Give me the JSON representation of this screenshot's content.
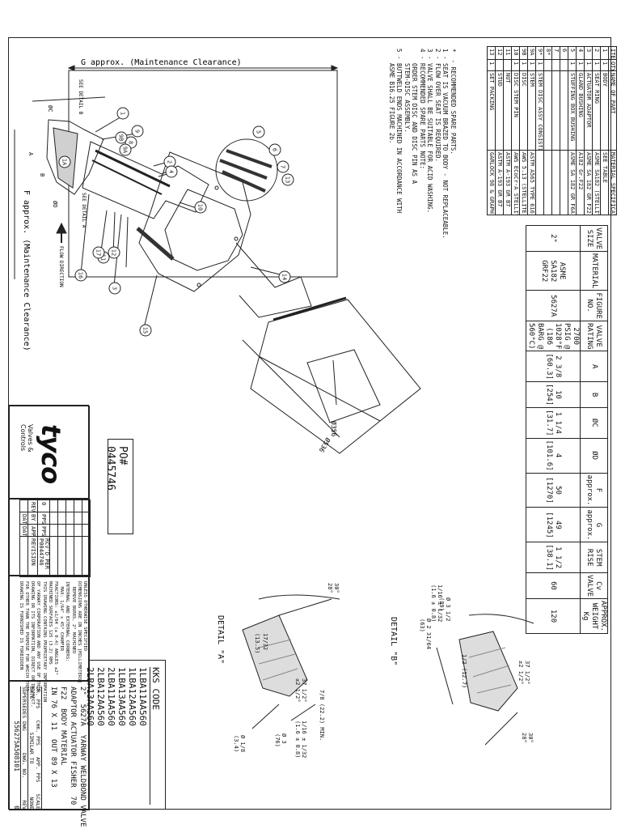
{
  "parts_list": {
    "headers": [
      "ITEM",
      "QTY",
      "NAME OF PART",
      "MATERIAL SPECIFICATION"
    ],
    "rows": [
      [
        "1",
        "1",
        "BODY",
        "SEE TABLE"
      ],
      [
        "2",
        "1",
        "SEAT RING",
        "ASME SA182 (STELLITE 6)"
      ],
      [
        "3",
        "1",
        "ACTUATOR ADAPTOR",
        "ASME SA 182 GR F22"
      ],
      [
        "4",
        "1",
        "GLAND BUSHING",
        "A182 Gr.F22"
      ],
      [
        "5",
        "1",
        "STUFFING BOX BUSHING",
        "ASME SA 182 GR F6A CL 2"
      ],
      [
        "6",
        "",
        "",
        ""
      ],
      [
        "7",
        "",
        "",
        ""
      ],
      [
        "8*",
        "",
        "",
        ""
      ],
      [
        "9*",
        "1",
        "STEM DISC ASSY CONSISTING OF:",
        ""
      ],
      [
        "9A",
        "1",
        "STEM",
        "ASTM A565 TYPE 616 SST"
      ],
      [
        "9B",
        "1",
        "DISC",
        "AWS 5.13 (STELLITE 6)"
      ],
      [
        "10",
        "1",
        "DISC STEM PIN",
        "AWS ECoCr-A STELLITE 21"
      ],
      [
        "11",
        "",
        "NUT",
        "ASTM A-193 GR B7"
      ],
      [
        "12",
        "",
        "STUD",
        "ASTM A-193 GR B7"
      ],
      [
        "13",
        "1",
        "SET PACKING",
        "GARLOCK 98 & GRAPH-LOCK"
      ]
    ]
  },
  "notes": [
    "*  - RECOMMENDED SPARE PARTS.",
    "1 - SEAT IS VACUUM BRAZED TO BODY - NOT REPLACEABLE.",
    "2 - FLOW OVER SEAT IS REQUIRED.",
    "3 - VALVE SHALL BE SUITABLE FOR ACID WASHING.",
    "4 - RECOMMENDED SPARE PARTS NOTE:",
    "    ORDER STEM DISC AND DISC PIN AS A",
    "    STEM-DISC ASSEMBLY.",
    "5 - BUTTWELD ENDS MACHINED IN ACCORDANCE WITH",
    "    ASME B16.25 FIGURE 2b."
  ],
  "valve_table": {
    "headers": [
      "VALVE\nSIZE",
      "MATERIAL",
      "FIGURE NO.",
      "VALVE RATING",
      "A",
      "B",
      "ØC",
      "ØD",
      "F\napprox.",
      "G\napprox.",
      "STEM RISE",
      "Cv\nVALVE",
      "APPROX.\nWEIGHT\nKg"
    ],
    "row": [
      "2\"",
      "ASME SA182 GRF22",
      "5627A",
      "2700 PSIG @ 1028°F\n(186 BARG @ 560°C)",
      "2 3/8\n[60.3]",
      "10\n[254]",
      "1 1/4\n[31.7]",
      "4\n[101.6]",
      "50\n[1270]",
      "49\n[1245]",
      "1 1/2\n[38.1]",
      "60",
      "120"
    ]
  },
  "drawing": {
    "dim_g": "G approx. (Maintenance Clearance)",
    "dim_f": "F approx. (Maintenance Clearance)",
    "see_detail_b": "SEE DETAIL B",
    "see_detail_a": "SEE DETAIL A",
    "flow_direction": "FLOW DIRECTION",
    "dia_a": "Ø356",
    "dia_b": "Ø536",
    "dim_a": "A",
    "dim_b": "B",
    "dim_c": "ØC",
    "dim_d": "ØD",
    "balloons": [
      "1",
      "1A",
      "2",
      "3",
      "4",
      "5",
      "6",
      "7",
      "8",
      "9",
      "9A",
      "9B",
      "10",
      "11",
      "12",
      "13",
      "14",
      "15",
      "16",
      "17"
    ]
  },
  "detail_a": {
    "title": "DETAIL \"A\"",
    "dims": [
      "30°\n28°",
      "17/32",
      "(13.5)",
      "37 1/2°\n±2 1/2°",
      "7/8 (22.2) MIN.",
      "1/16 ± 1/32\n(1.6 ± 0.8)",
      "Ø 1/8\n(3.4)",
      "Ø 3\n(76)"
    ]
  },
  "detail_b": {
    "title": "DETAIL \"B\"",
    "dims": [
      "1/16 ± 1/32\n(1.6 ± 0.8)",
      "Ø 3 1/2\n(89)",
      "Ø 2 31/64\n(63)",
      "1/2 (12.7)",
      "37 1/2°\n±2 1/2°",
      "30°\n28°"
    ]
  },
  "po_number": "PO# 0445746",
  "logo": {
    "brand": "tyco",
    "tagline": "Valves & Controls"
  },
  "revision_block": {
    "headers": [
      "REV",
      "BY",
      "APP",
      "DATE",
      "DATE",
      "REVISION"
    ],
    "row": [
      "0",
      "PPS",
      "PPS",
      "",
      "",
      "RCV'D PER\nP0044746"
    ]
  },
  "spec_text": [
    "UNLESS OTHERWISE SPECIFIED",
    "DIMENSIONS ARE IN INCHES [MILLIMETERS]",
    "  REMOVE BURRS, 2° MACHINED",
    "INTERNAL AND EXTERNAL CORNERS:",
    "  MAX: 1/64\" x 45° CHAMFER",
    "FRACTIONS: ±1/64 (± 0.4) ANGLES ±2°",
    "MACHINED SURFACES 125 (3.2) RMS",
    "THIS DRAWING CONTAINS PROPRIETARY INFORMATION",
    "OF YARWAY CORPORATION AND ANY USE OF THIS",
    "DRAWING OR ITS INFORMATION, DIRECT OR INDIRECT,",
    "FOR OTHER THAN THE PURPOSE FOR WHICH THIS",
    "DRAWING IS FURNISHED IS FORBIDDEN"
  ],
  "kks": {
    "title": "KKS CODE",
    "codes": [
      "1LBA11AA560",
      "1LBA12AA560",
      "1LBA13AA560",
      "2LBA11AA560",
      "2LBA12AA560",
      "2LBA13AA560"
    ]
  },
  "title_block": {
    "description": [
      "2\"  5627A  YARWAY WELDBOND VALVE",
      "ADAPTOR ACTUATOR FISHER  70",
      "F22  BODY MATERIAL",
      "IN 76 X 11  OUT 89 X 13"
    ],
    "dr_label": "DR.",
    "dr": "PPS",
    "chk_label": "CHK.",
    "chk": "PPS",
    "app_label": "APP.",
    "app": "PPS",
    "date_label": "DATE",
    "scale_label": "SCALE",
    "scale": "NONE",
    "similar_label": "SIMILAR TO",
    "supersedes_label": "SUPERSEDES DWG",
    "dwg_label": "DWG. NO.",
    "dwg_no": "556275A508101",
    "rev_label": "REV",
    "rev": "0"
  }
}
